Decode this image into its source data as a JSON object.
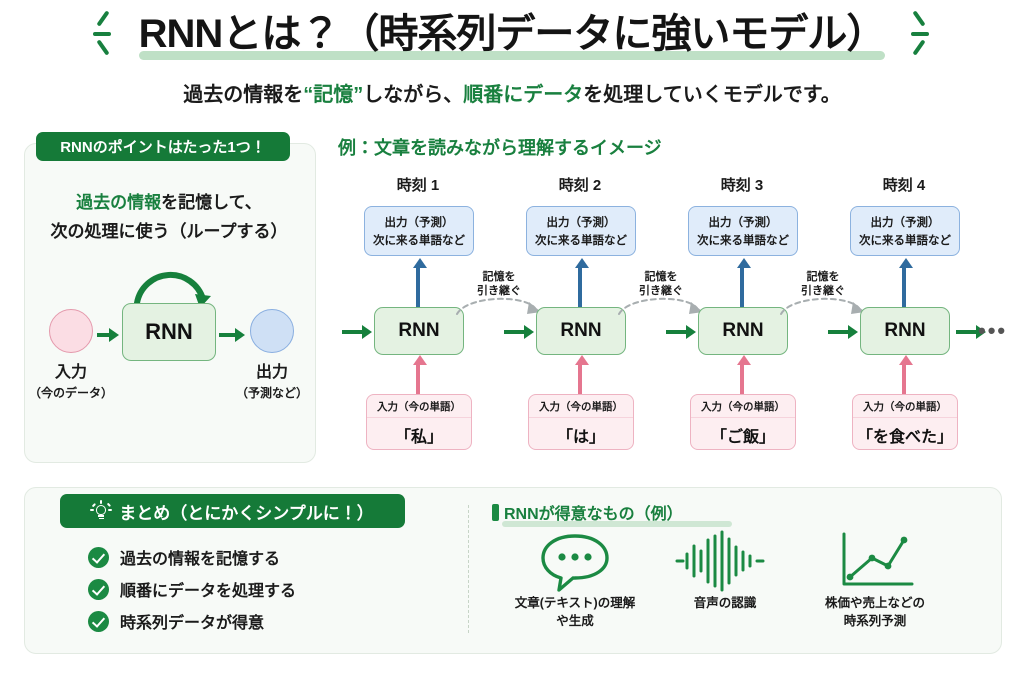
{
  "title": {
    "text": "RNNとは？（時系列データに強いモデル）",
    "decoration_left": "spark-marks-left",
    "decoration_right": "spark-marks-right",
    "underline_color": "#bfe0c6"
  },
  "subtitle": {
    "part1": "過去の情報を",
    "highlight1": "“記憶”",
    "part2": "しながら、",
    "highlight2": "順番にデータ",
    "part3": "を処理していくモデルです。"
  },
  "left_panel": {
    "badge": "RNNのポイントはたった1つ！",
    "line1_highlight": "過去の情報",
    "line1_rest": "を記憶して、",
    "line2": "次の処理に使う（ループする）",
    "node_label": "RNN",
    "input": {
      "big": "入力",
      "small": "（今のデータ）",
      "color": "#fbdde4"
    },
    "output": {
      "big": "出力",
      "small": "（予測など）",
      "color": "#cfe0f5"
    }
  },
  "timeline": {
    "heading": "例：文章を読みながら理解するイメージ",
    "memory_label_line1": "記憶を",
    "memory_label_line2": "引き継ぐ",
    "ellipsis": "•••",
    "steps": [
      {
        "time_label": "時刻 1",
        "output_line1": "出力（予測）",
        "output_line2": "次に来る単語など",
        "cell_label": "RNN",
        "input_caption": "入力（今の単語）",
        "input_word": "「私」"
      },
      {
        "time_label": "時刻 2",
        "output_line1": "出力（予測）",
        "output_line2": "次に来る単語など",
        "cell_label": "RNN",
        "input_caption": "入力（今の単語）",
        "input_word": "「は」"
      },
      {
        "time_label": "時刻 3",
        "output_line1": "出力（予測）",
        "output_line2": "次に来る単語など",
        "cell_label": "RNN",
        "input_caption": "入力（今の単語）",
        "input_word": "「ご飯」"
      },
      {
        "time_label": "時刻 4",
        "output_line1": "出力（予測）",
        "output_line2": "次に来る単語など",
        "cell_label": "RNN",
        "input_caption": "入力（今の単語）",
        "input_word": "「を食べた」"
      }
    ]
  },
  "summary": {
    "badge": "まとめ（とにかくシンプルに！）",
    "items": [
      "過去の情報を記憶する",
      "順番にデータを処理する",
      "時系列データが得意"
    ]
  },
  "use_cases": {
    "heading": "RNNが得意なもの（例）",
    "items": [
      {
        "icon": "speech-bubble-icon",
        "line1": "文章(テキスト)の理解",
        "line2": "や生成"
      },
      {
        "icon": "waveform-icon",
        "line1": "音声の認識",
        "line2": ""
      },
      {
        "icon": "line-chart-icon",
        "line1": "株価や売上などの",
        "line2": "時系列予測"
      }
    ]
  },
  "colors": {
    "brand_green": "#19803f",
    "badge_green": "#157a38",
    "cell_fill": "#e4f2e2",
    "cell_border": "#74b57f",
    "output_fill": "#e0ecfa",
    "output_border": "#8cb2df",
    "input_fill": "#fdeef1",
    "input_border": "#eeb3c2",
    "panel_bg": "#f7faf7"
  }
}
